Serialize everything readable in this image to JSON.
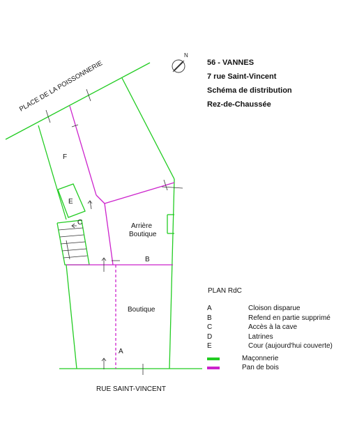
{
  "title": {
    "line1": "56 - VANNES",
    "line2": "7 rue Saint-Vincent",
    "line3": "Schéma de distribution",
    "line4": "Rez-de-Chaussée"
  },
  "plan_label": "PLAN RdC",
  "legend": [
    {
      "key": "A",
      "text": "Cloison disparue"
    },
    {
      "key": "B",
      "text": "Refend en partie supprimé"
    },
    {
      "key": "C",
      "text": "Accès à la cave"
    },
    {
      "key": "D",
      "text": "Latrines"
    },
    {
      "key": "E",
      "text": "Cour (aujourd'hui couverte)"
    }
  ],
  "line_types": [
    {
      "label": "Maçonnerie",
      "color": "#22cc22"
    },
    {
      "label": "Pan de bois",
      "color": "#cc22cc"
    }
  ],
  "streets": {
    "place": "PLACE DE LA POISSONNERIE",
    "rue": "RUE SAINT-VINCENT"
  },
  "rooms": {
    "arriere_1": "Arrière",
    "arriere_2": "Boutique",
    "boutique": "Boutique",
    "f": "F",
    "e": "E",
    "c": "C",
    "b": "B",
    "a": "A"
  },
  "compass_letter": "N"
}
